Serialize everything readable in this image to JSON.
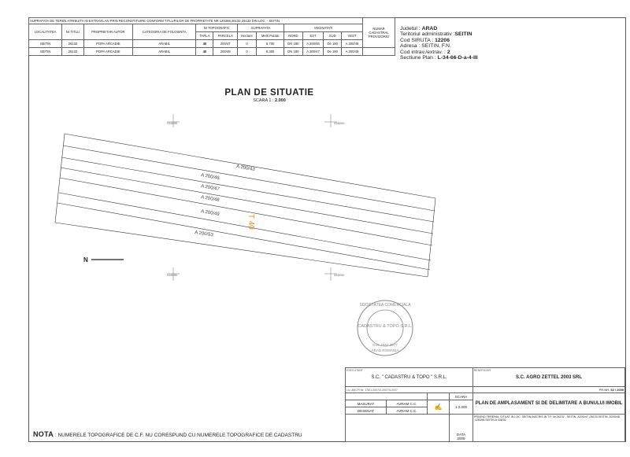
{
  "header": {
    "banner": "SUPRAFATA DE TEREN ATRIBUITA IN EXTRAVILAN PRIN RECONSTITUIRE CONFORM TITLURILOR DE PROPRIETATE NR 126398,26133,26133 DIN LOC. - SEITIN",
    "columns": [
      "LOCALITATEA",
      "Nr TITLU",
      "PROPRIETAR AUTOR",
      "CATEGORIA DE FOLOSINTA",
      "Nr TOPOGRAFIC",
      "SUPRAFATA",
      "VECINATATI",
      "NUMAR CADASTRAL PROVIZORIU"
    ],
    "subcolumns": [
      "TARLA",
      "PARCELA",
      "Hectare",
      "Metri Patrati",
      "NORD",
      "EST",
      "SUD",
      "VEST"
    ],
    "rows": [
      {
        "localitate": "SEITIN",
        "titlu": "26132",
        "proprietar": "POPA ARCADIE",
        "categorie": "ARABIL",
        "tarla": "40",
        "parcela": "200/47",
        "ha": "0",
        "mp": "5.700",
        "nord": "DN 180",
        "est": "A 200/46",
        "sud": "De 190",
        "vest": "A 200/48"
      },
      {
        "localitate": "SEITIN",
        "titlu": "26133",
        "proprietar": "POPA ARCADIE",
        "categorie": "ARABIL",
        "tarla": "40",
        "parcela": "200/48",
        "ha": "0",
        "mp": "8.300",
        "nord": "DN 180",
        "est": "A 200/47",
        "sud": "De 190",
        "vest": "A 200/49"
      }
    ]
  },
  "info": {
    "judet_label": "Judetul :",
    "judet": "ARAD",
    "teritoriu_label": "Teritoriul administrativ :",
    "teritoriu": "SEITIN",
    "siruta_label": "Cod SIRUTA :",
    "siruta": "12206",
    "adresa": "Adresa : SEITIN, F.N.",
    "cod_label": "Cod intrav./extrav. :",
    "cod": "2",
    "sectiune_label": "Sectiune Plan :",
    "sectiune": "L-34-66-D-a-4-III"
  },
  "plan": {
    "title": "PLAN DE SITUATIE",
    "scale_label": "SCARA 1 :",
    "scale": "2.000",
    "tarla_label": "T 40",
    "north": "N",
    "parcels": [
      "A 200/43",
      "A 200/46",
      "A 200/47",
      "A 200/48",
      "A 200/49",
      "A 200/53"
    ],
    "coords": [
      "218450",
      "218450",
      "318000",
      "318000"
    ]
  },
  "titleblock": {
    "executant_label": "EXECUTANT",
    "executant": "S.C. \" CADASTRU & TOPO \" S.R.L.",
    "beneficiar_label": "BENEFICIAR",
    "beneficiar": "S.C. AGRO ZETTEL 2003 SRL",
    "lic": "Lic. ANCPI Nr. 176/1-2007/2-2007/3-2007",
    "pr_label": "PR.NR.",
    "pr": "52 / 2009",
    "scara_label": "SCARA",
    "scara": "1:2.000",
    "masurat_label": "MASURAT",
    "masurat": "AVRAM C.C.",
    "desenat_label": "DESENAT",
    "desenat": "AVRAM C.C.",
    "data_label": "DATA",
    "data": "2009",
    "plan_title": "PLAN DE AMPLASAMENT SI DE DELIMITARE A BUNULUI IMOBIL",
    "plan_desc": "PRIVIND TERENUL SITUAT IN LOC. SEITIN INSCRIS IN T.P. Nr.26132 - SEITIN ,A200/47 ;26133-SEITIN ,A200/48 ;126398-SEITIN A 438/32."
  },
  "nota": {
    "label": "NOTA",
    "text": ": NUMERELE TOPOGRAFICE DE C.F. NU CORESPUND CU NUMERELE TOPOGRAFICE DE CADASTRU"
  },
  "stamp": {
    "outer_text": "SOCIETATEA COMERCIALA",
    "name": "CADASTRU & TOPO S.R.L.",
    "reg": "CUI: 1557 3677",
    "city": "ARAD ROMANIA"
  }
}
